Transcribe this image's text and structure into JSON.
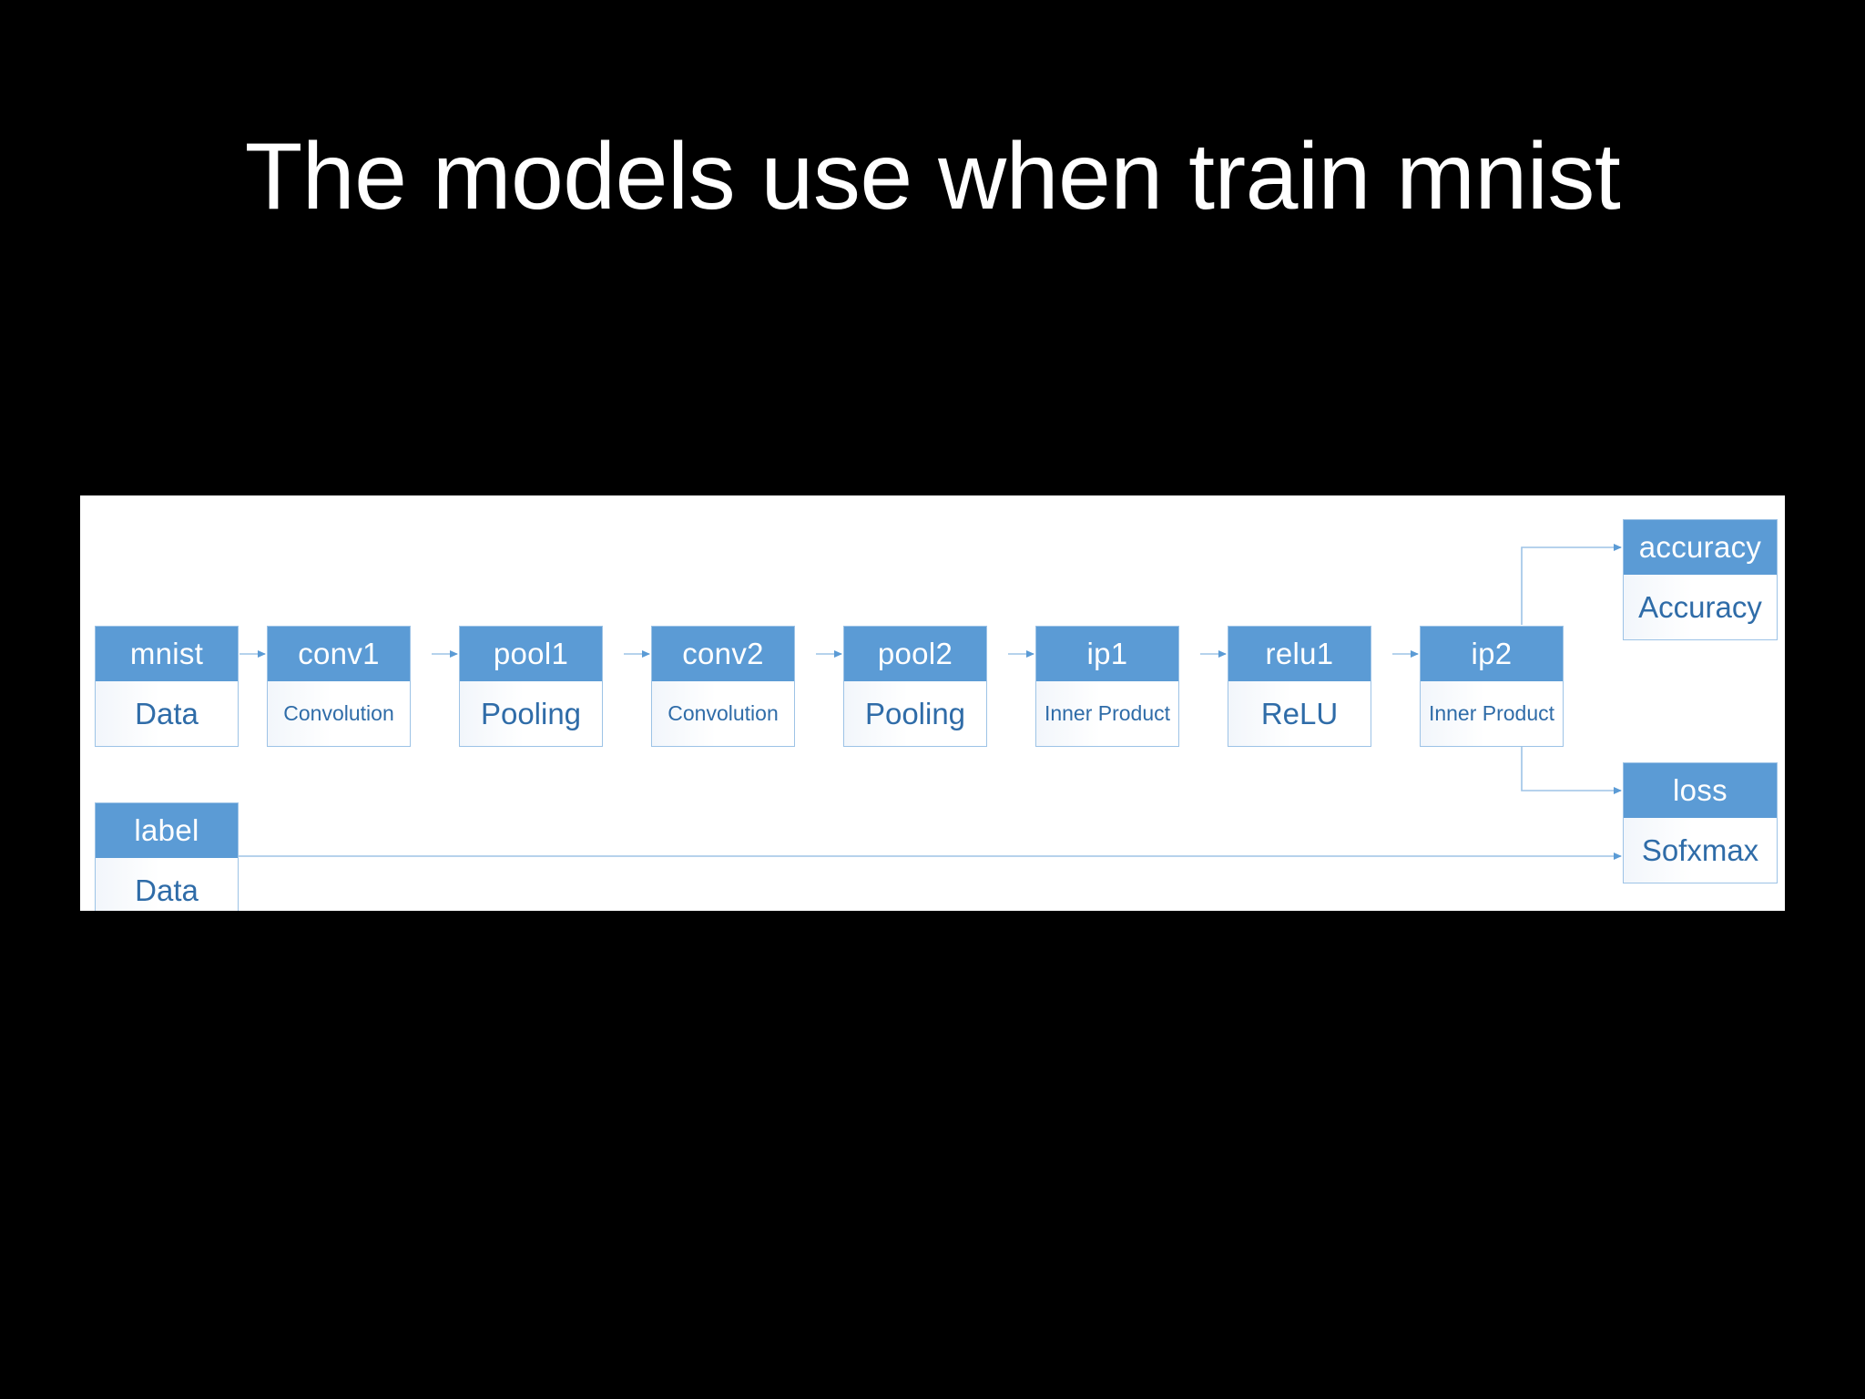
{
  "slide": {
    "title": "The models use when train mnist",
    "background_color": "#000000",
    "title_color": "#ffffff"
  },
  "diagram": {
    "panel_background": "#ffffff",
    "node_header_color": "#5b9bd5",
    "node_border_color": "#9dc3e6",
    "node_body_text_color": "#2f6ca8",
    "connector_color": "#9dc3e6",
    "main_chain": [
      {
        "name": "mnist",
        "type": "Data",
        "type_size": "large"
      },
      {
        "name": "conv1",
        "type": "Convolution",
        "type_size": "small"
      },
      {
        "name": "pool1",
        "type": "Pooling",
        "type_size": "large"
      },
      {
        "name": "conv2",
        "type": "Convolution",
        "type_size": "small"
      },
      {
        "name": "pool2",
        "type": "Pooling",
        "type_size": "large"
      },
      {
        "name": "ip1",
        "type": "Inner Product",
        "type_size": "small"
      },
      {
        "name": "relu1",
        "type": "ReLU",
        "type_size": "large"
      },
      {
        "name": "ip2",
        "type": "Inner Product",
        "type_size": "small"
      }
    ],
    "label_node": {
      "name": "label",
      "type": "Data",
      "type_size": "large"
    },
    "output_nodes": [
      {
        "name": "accuracy",
        "type": "Accuracy",
        "type_size": "large"
      },
      {
        "name": "loss",
        "type": "Sofxmax",
        "type_size": "large"
      }
    ],
    "edges": [
      {
        "from": "mnist",
        "to": "conv1"
      },
      {
        "from": "conv1",
        "to": "pool1"
      },
      {
        "from": "pool1",
        "to": "conv2"
      },
      {
        "from": "conv2",
        "to": "pool2"
      },
      {
        "from": "pool2",
        "to": "ip1"
      },
      {
        "from": "ip1",
        "to": "relu1"
      },
      {
        "from": "relu1",
        "to": "ip2"
      },
      {
        "from": "ip2",
        "to": "accuracy"
      },
      {
        "from": "ip2",
        "to": "loss"
      },
      {
        "from": "label",
        "to": "loss"
      }
    ]
  }
}
